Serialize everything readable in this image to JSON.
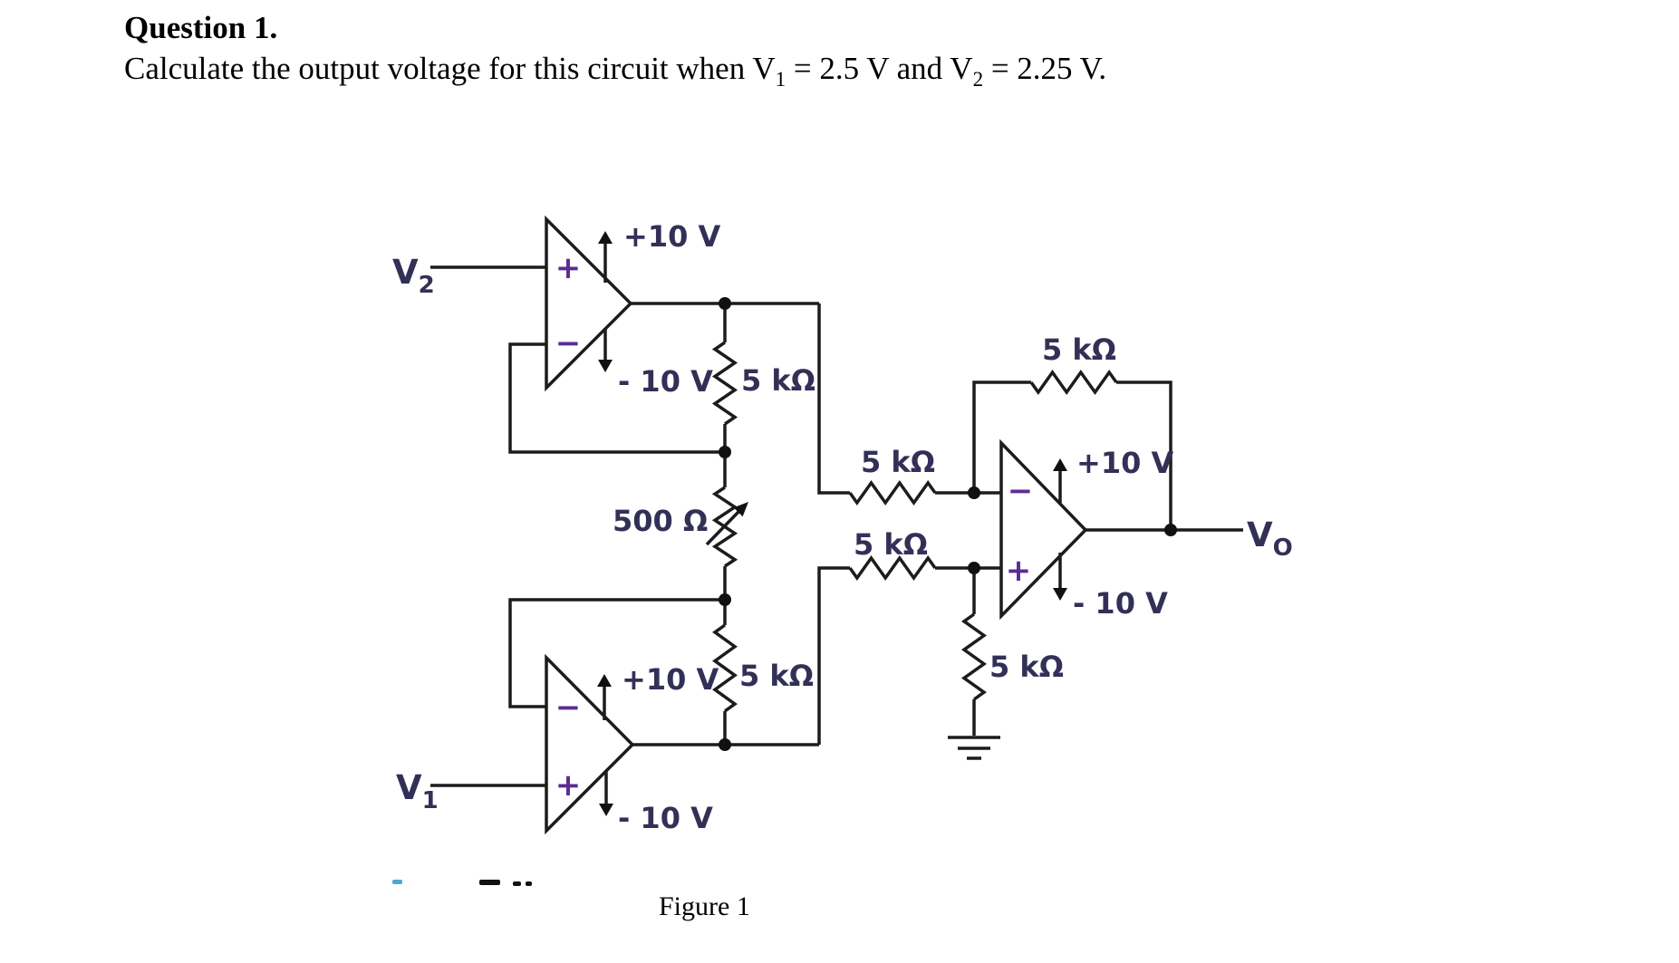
{
  "header": {
    "title": "Question 1.",
    "question": [
      {
        "t": "Calculate the output voltage for this circuit when V"
      },
      {
        "sub": "1"
      },
      {
        "t": " = 2.5 V and V"
      },
      {
        "sub": "2"
      },
      {
        "t": " = 2.25 V."
      }
    ]
  },
  "figure": {
    "caption": "Figure 1"
  },
  "circuit": {
    "resistors": {
      "chain_top": "5 kΩ",
      "chain_mid": "500 Ω",
      "chain_bottom": "5 kΩ",
      "to_minus": "5 kΩ",
      "to_plus": "5 kΩ",
      "feedback": "5 kΩ",
      "to_ground": "5 kΩ"
    },
    "supplies": {
      "pos": "+10 V",
      "neg": "- 10 V"
    },
    "markers": {
      "plus": "+",
      "minus": "−"
    },
    "terminals": {
      "v2": {
        "base": "V",
        "sub": "2"
      },
      "v1": {
        "base": "V",
        "sub": "1"
      },
      "vout": {
        "base": "V",
        "sub": "O"
      }
    }
  },
  "colors": {
    "wire": "#1c1c1c",
    "label": "#333057",
    "marker": "#5c2d91",
    "fragment_blue": "#4fa8cc",
    "fragment_dark": "#111111"
  }
}
